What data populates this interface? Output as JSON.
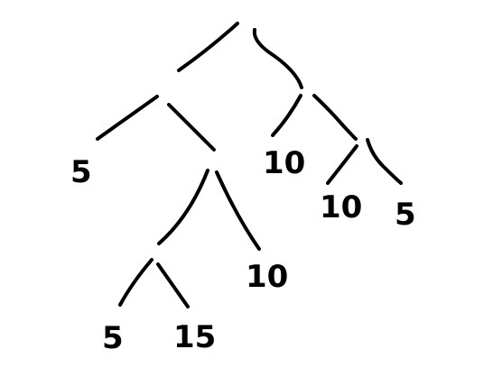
{
  "tree": {
    "leaves": [
      {
        "id": "leaf-a",
        "value": "5"
      },
      {
        "id": "leaf-b",
        "value": "10"
      },
      {
        "id": "leaf-c",
        "value": "10"
      },
      {
        "id": "leaf-d",
        "value": "5"
      },
      {
        "id": "leaf-e",
        "value": "10"
      },
      {
        "id": "leaf-f",
        "value": "5"
      },
      {
        "id": "leaf-g",
        "value": "15"
      }
    ]
  }
}
